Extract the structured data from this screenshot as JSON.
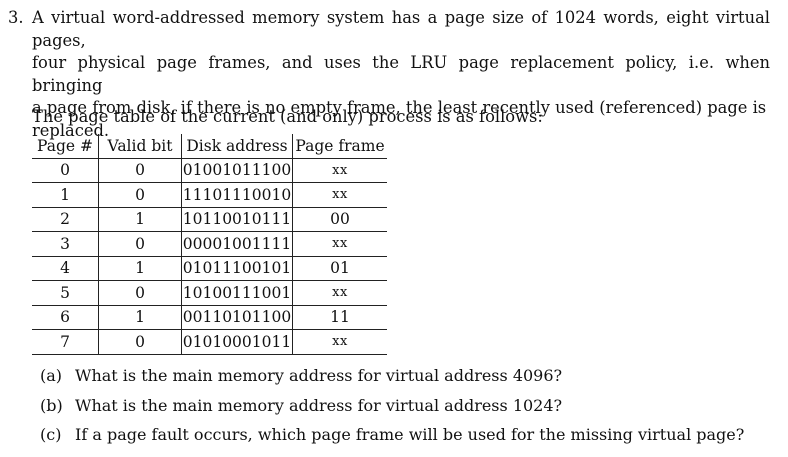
{
  "problem": {
    "number": "3.",
    "lines": [
      "A virtual word-addressed memory system has a page size of 1024 words, eight virtual pages,",
      "four physical page frames, and uses the LRU page replacement policy, i.e. when bringing",
      "a page from disk, if there is no empty frame, the least recently used (referenced) page is",
      "replaced."
    ],
    "intro": "The page table of the current (and only) process is as follows:"
  },
  "table": {
    "headers": [
      "Page #",
      "Valid bit",
      "Disk address",
      "Page frame"
    ],
    "rows": [
      {
        "page": "0",
        "valid": "0",
        "disk": "01001011100",
        "frame": "xx"
      },
      {
        "page": "1",
        "valid": "0",
        "disk": "11101110010",
        "frame": "xx"
      },
      {
        "page": "2",
        "valid": "1",
        "disk": "10110010111",
        "frame": "00"
      },
      {
        "page": "3",
        "valid": "0",
        "disk": "00001001111",
        "frame": "xx"
      },
      {
        "page": "4",
        "valid": "1",
        "disk": "01011100101",
        "frame": "01"
      },
      {
        "page": "5",
        "valid": "0",
        "disk": "10100111001",
        "frame": "xx"
      },
      {
        "page": "6",
        "valid": "1",
        "disk": "00110101100",
        "frame": "11"
      },
      {
        "page": "7",
        "valid": "0",
        "disk": "01010001011",
        "frame": "xx"
      }
    ]
  },
  "questions": [
    {
      "label": "(a)",
      "text": "What is the main memory address for virtual address 4096?"
    },
    {
      "label": "(b)",
      "text": "What is the main memory address for virtual address 1024?"
    },
    {
      "label": "(c)",
      "text": "If a page fault occurs, which page frame will be used for the missing virtual page?"
    }
  ]
}
